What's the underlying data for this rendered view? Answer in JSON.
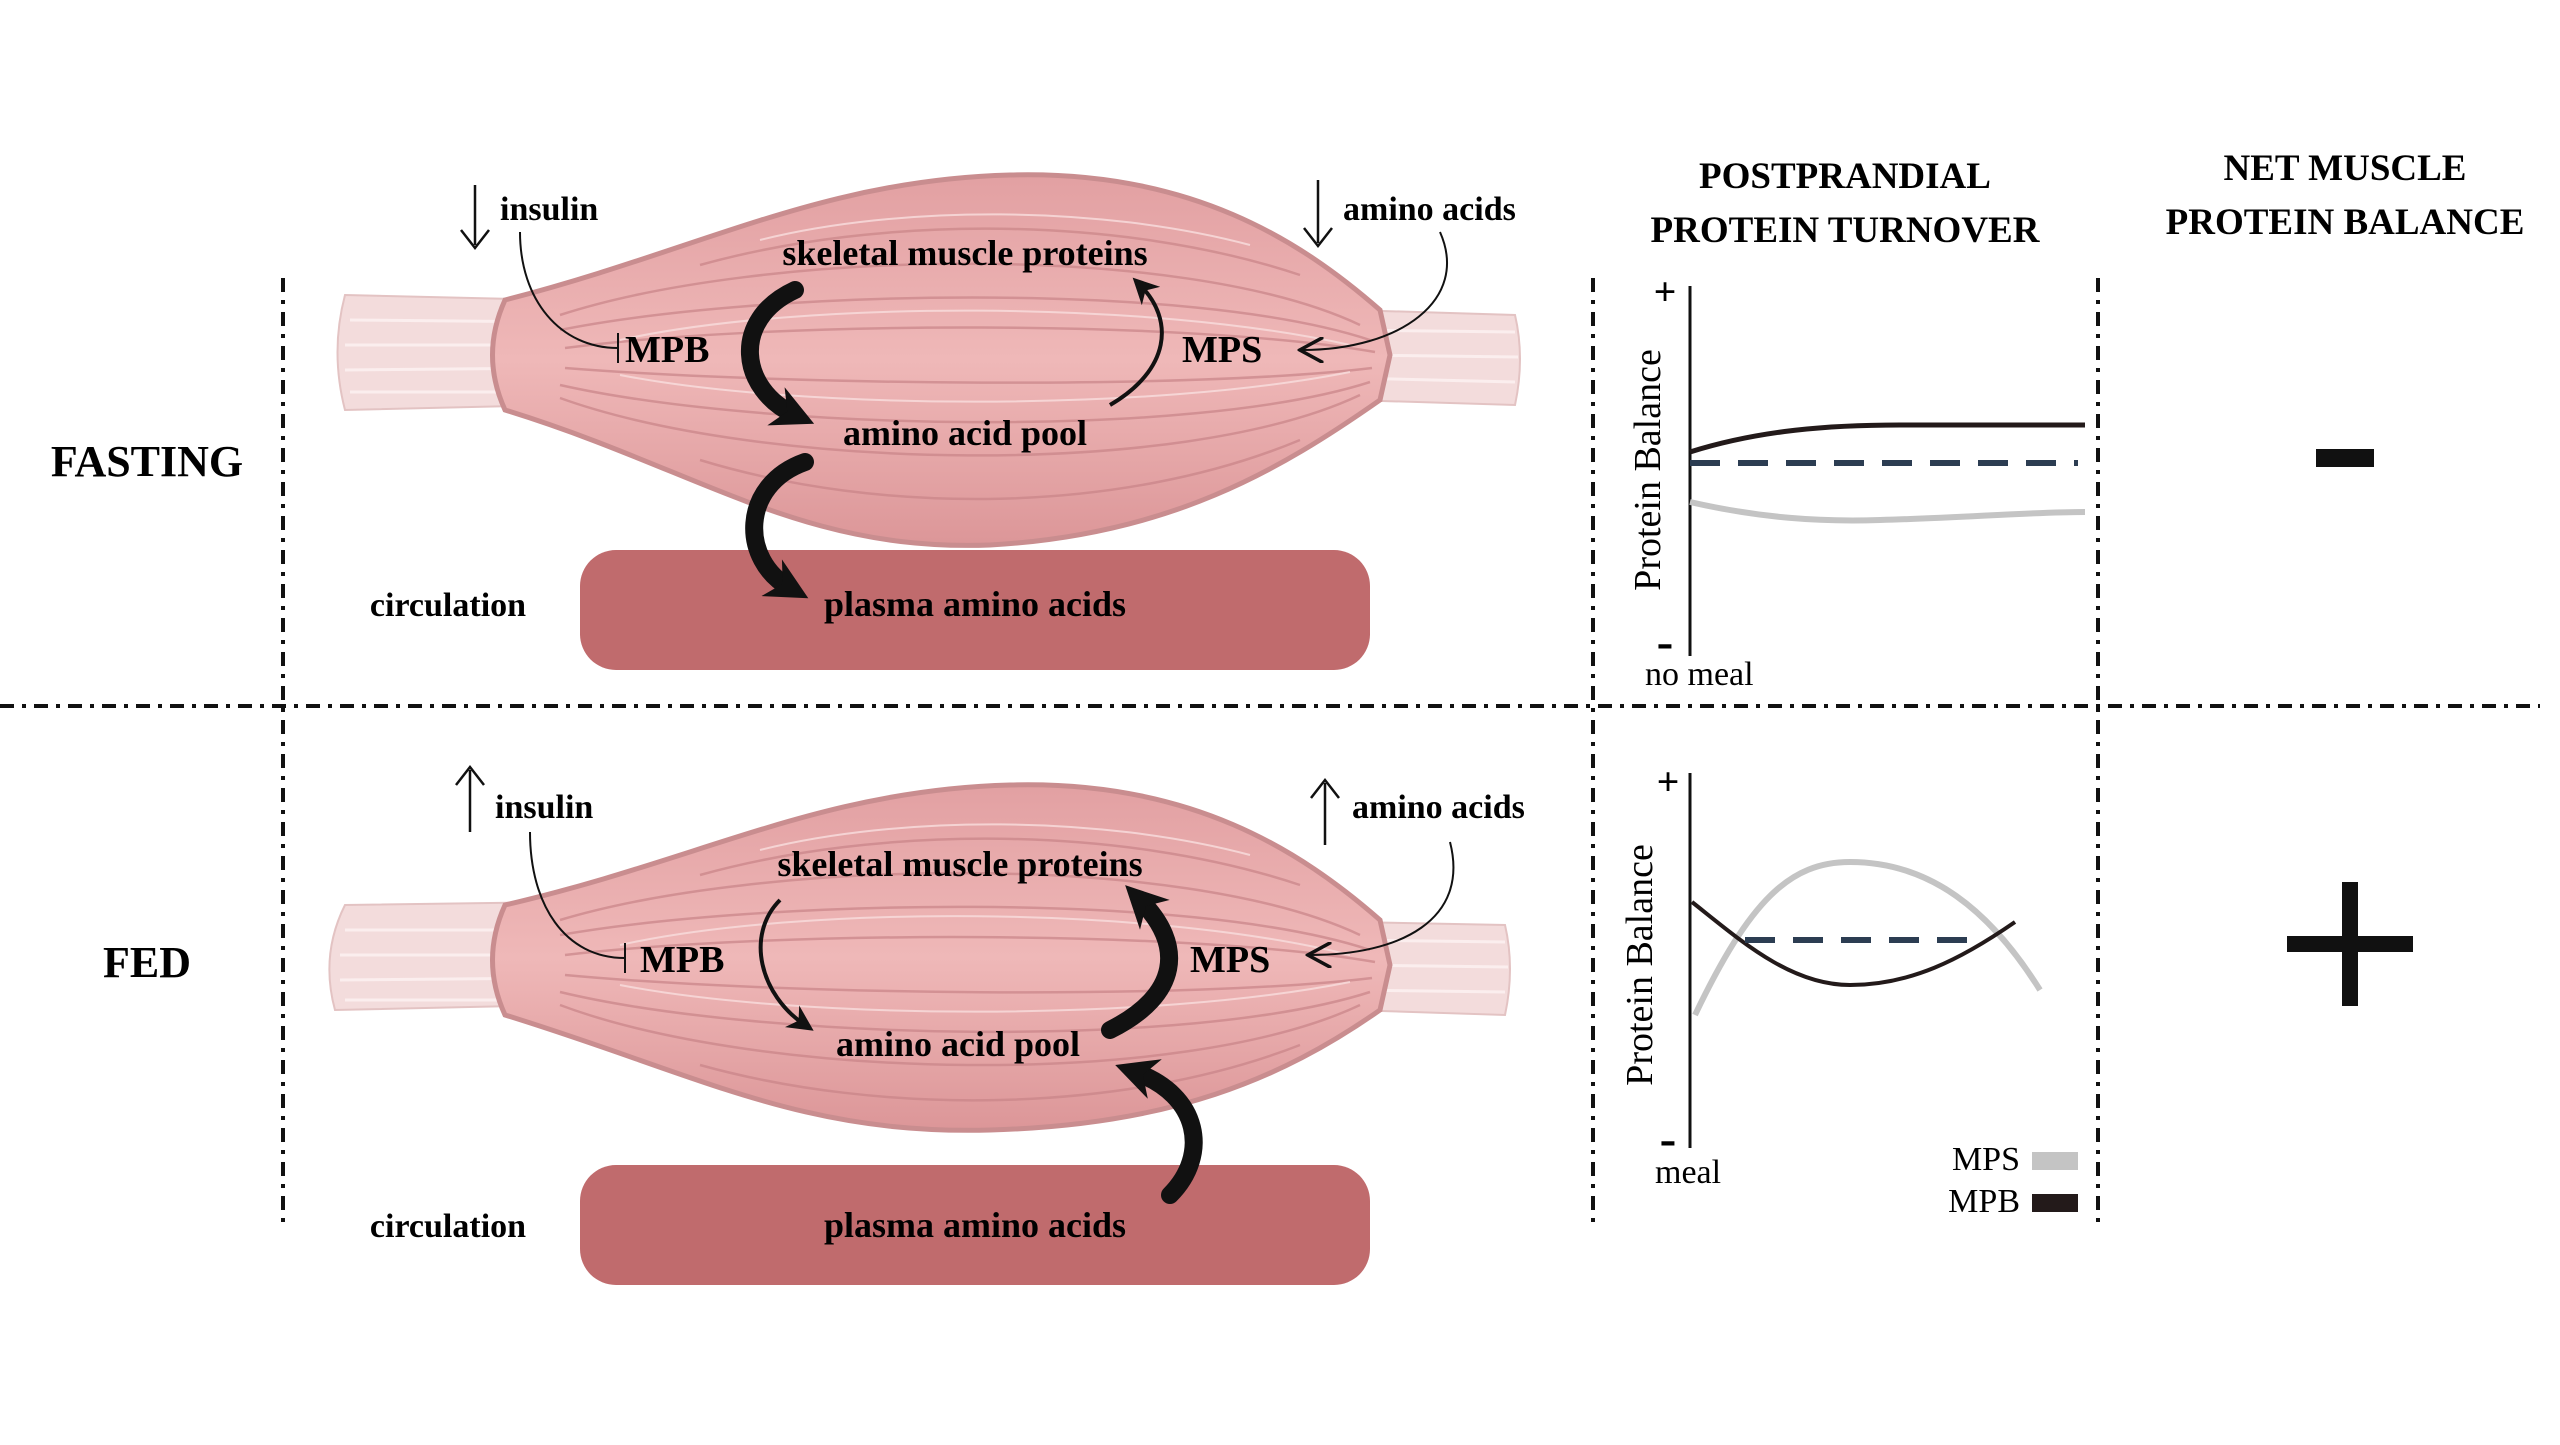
{
  "headers": {
    "turnover": [
      "POSTPRANDIAL",
      "PROTEIN TURNOVER"
    ],
    "net_balance": [
      "NET MUSCLE",
      "PROTEIN BALANCE"
    ]
  },
  "rows": {
    "fasting": {
      "label": "FASTING",
      "insulin": "insulin",
      "amino_acids": "amino acids",
      "muscle_proteins": "skeletal muscle proteins",
      "mpb": "MPB",
      "mps": "MPS",
      "pool": "amino acid pool",
      "circulation": "circulation",
      "plasma": "plasma amino acids",
      "insulin_direction": "down",
      "amino_direction": "down",
      "net_sign": "-"
    },
    "fed": {
      "label": "FED",
      "insulin": "insulin",
      "amino_acids": "amino acids",
      "muscle_proteins": "skeletal muscle proteins",
      "mpb": "MPB",
      "mps": "MPS",
      "pool": "amino acid pool",
      "circulation": "circulation",
      "plasma": "plasma amino acids",
      "insulin_direction": "up",
      "amino_direction": "up",
      "net_sign": "+"
    }
  },
  "charts": {
    "ylabel": "Protein Balance",
    "plus": "+",
    "minus": "-",
    "fasting_xlabel": "no meal",
    "fed_xlabel": "meal",
    "legend": [
      {
        "name": "MPS",
        "color": "#c4c4c4"
      },
      {
        "name": "MPB",
        "color": "#231a1a"
      }
    ]
  },
  "colors": {
    "muscle": "#e8a9a9",
    "muscle_dark": "#c98d8f",
    "tendon": "#f3dcdc",
    "plasma": "#c06b6d",
    "mps_line": "#c4c4c4",
    "mpb_line": "#231a1a",
    "dashed": "#2c3d52"
  }
}
